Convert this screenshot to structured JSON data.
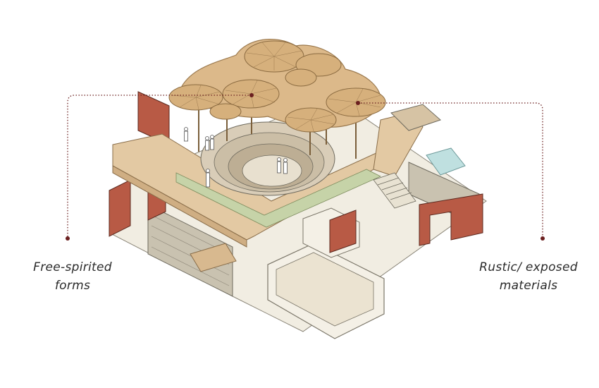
{
  "callouts": {
    "left": {
      "line1": "Free-spirited",
      "line2": "forms"
    },
    "right": {
      "line1": "Rustic/ exposed",
      "line2": "materials"
    }
  },
  "colors": {
    "callout_line": "#6b1f1f",
    "canopy": "#dcb98a",
    "canopy_stroke": "#9c7a4f",
    "wood": "#e3c9a3",
    "brick": "#b85a45",
    "stone": "#c9c2b0",
    "grass": "#c6d3a8",
    "water": "#bfe0e0",
    "wall_white": "#f4f0e6"
  },
  "icons": [
    "umbrella-canopy",
    "human-figure"
  ]
}
